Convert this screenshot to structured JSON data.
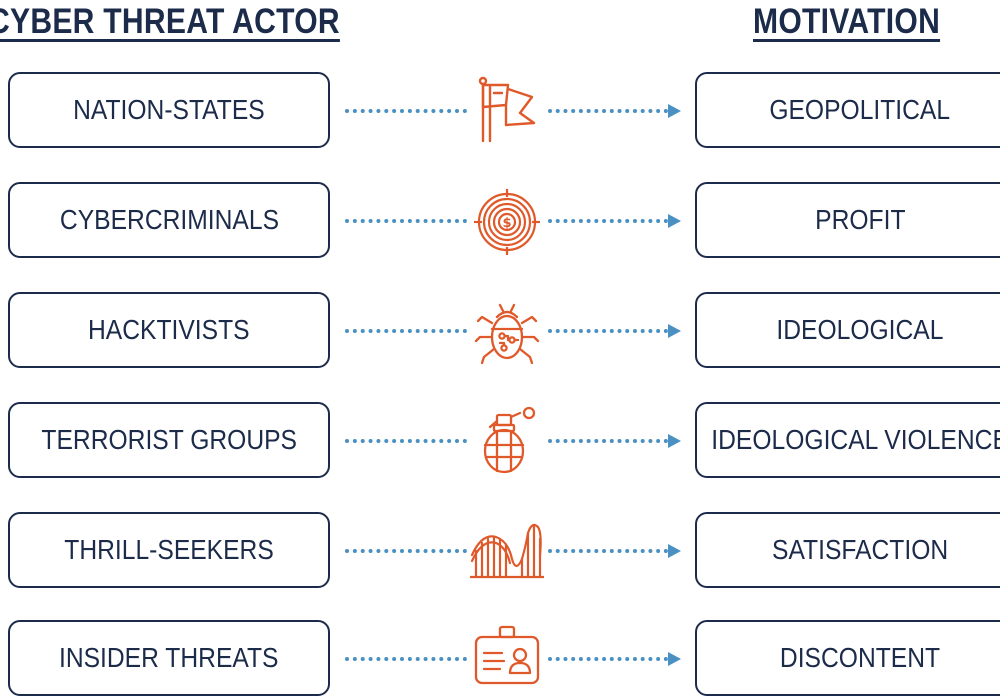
{
  "headings": {
    "left": "CYBER THREAT ACTOR",
    "right": "MOTIVATION"
  },
  "colors": {
    "navy": "#1c2b4a",
    "dotted_line": "#4a90c2",
    "icon_orange": "#e0592a"
  },
  "rows": [
    {
      "actor": "NATION-STATES",
      "icon": "flag-icon",
      "motivation": "GEOPOLITICAL"
    },
    {
      "actor": "CYBERCRIMINALS",
      "icon": "dollar-target-icon",
      "motivation": "PROFIT"
    },
    {
      "actor": "HACKTIVISTS",
      "icon": "bug-icon",
      "motivation": "IDEOLOGICAL"
    },
    {
      "actor": "TERRORIST GROUPS",
      "icon": "grenade-icon",
      "motivation": "IDEOLOGICAL VIOLENCE"
    },
    {
      "actor": "THRILL-SEEKERS",
      "icon": "roller-coaster-icon",
      "motivation": "SATISFACTION"
    },
    {
      "actor": "INSIDER THREATS",
      "icon": "id-badge-icon",
      "motivation": "DISCONTENT"
    }
  ]
}
